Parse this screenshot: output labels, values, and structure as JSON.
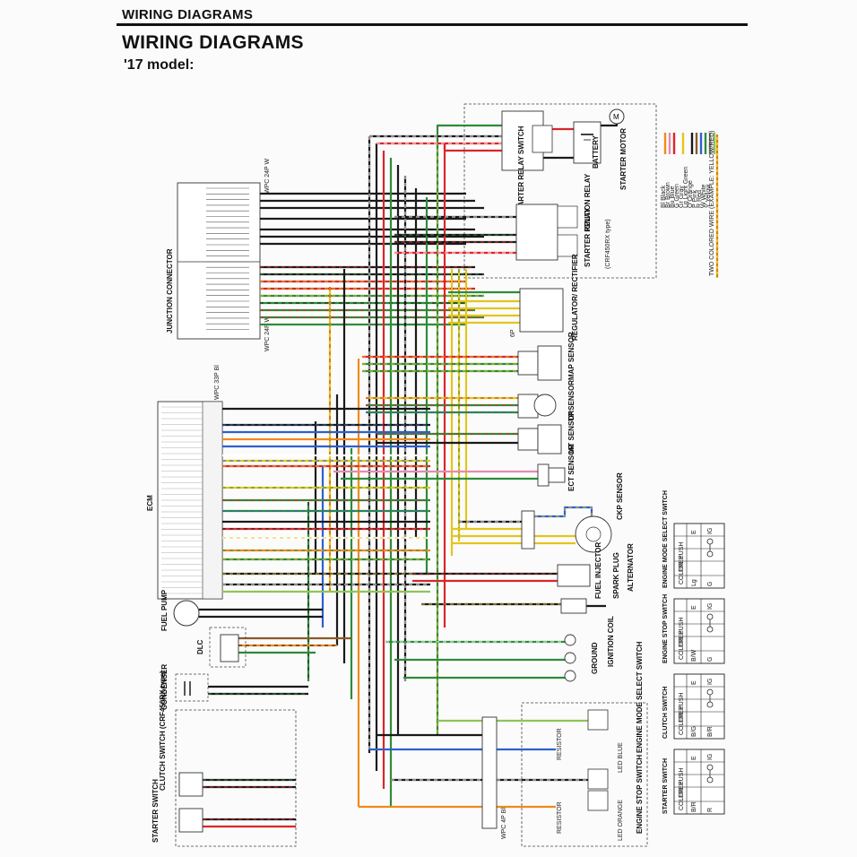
{
  "header": {
    "running_head": "WIRING DIAGRAMS"
  },
  "page": {
    "title": "WIRING DIAGRAMS",
    "subtitle": "'17 model:"
  },
  "components": {
    "junction_connector": "JUNCTION CONNECTOR",
    "ecm": "ECM",
    "starter_relay_switch": "STARTER RELAY SWITCH",
    "battery": "BATTERY",
    "starter_motor": "STARTER MOTOR",
    "ignition_relay": "IGNITION RELAY",
    "starter_relay": "STARTER RELAY",
    "crf450rx_type": "(CRF450RX type)",
    "regulator_rectifier": "REGULATOR/ RECTIFIER",
    "map_sensor": "MAP SENSOR",
    "tp_sensor": "TP SENSOR",
    "iat_sensor": "IAT SENSOR",
    "ect_sensor": "ECT SENSOR",
    "ckp_sensor": "CKP SENSOR",
    "alternator": "ALTERNATOR",
    "fuel_injector": "FUEL INJECTOR",
    "spark_plug": "SPARK PLUG",
    "ignition_coil": "IGNITION COIL",
    "ground": "GROUND",
    "fuel_pump": "FUEL PUMP",
    "dlc": "DLC",
    "condenser": "CONDENSER",
    "starter_switch": "STARTER SWITCH",
    "clutch_switch_type": "CLUTCH SWITCH (CRF450RX type)",
    "engine_mode_select_switch": "ENGINE MODE SELECT SWITCH",
    "engine_stop_switch": "ENGINE STOP SWITCH",
    "led_blue": "LED BLUE",
    "led_orange": "LED ORANGE",
    "resistor": "RESISTOR",
    "wpc_33p_bl": "WPC 33P Bl",
    "wpc_24p_w": "WPC 24P W",
    "wpc_6p": "6P",
    "wpc_4p": "WPC 4P Bl"
  },
  "color_key": {
    "entries": [
      {
        "code": "Bl",
        "name": "Black"
      },
      {
        "code": "Br",
        "name": "Brown"
      },
      {
        "code": "Bu",
        "name": "Blue"
      },
      {
        "code": "G",
        "name": "Green"
      },
      {
        "code": "Gr",
        "name": "Gray"
      },
      {
        "code": "Lg",
        "name": "Light Green"
      },
      {
        "code": "O",
        "name": "Orange"
      },
      {
        "code": "P",
        "name": "Pink"
      },
      {
        "code": "R",
        "name": "Red"
      },
      {
        "code": "W",
        "name": "White"
      },
      {
        "code": "Y",
        "name": "Yellow"
      }
    ],
    "two_colored_note": "TWO COLORED WIRE (EXAMPLE: YELLOW/RED)"
  },
  "switch_tables": [
    {
      "title": "ENGINE MODE SELECT SWITCH",
      "cols": [
        "E",
        "IG"
      ],
      "rows": [
        "PUSH",
        "FREE",
        "COLOR"
      ],
      "colors": [
        "Lg",
        "G"
      ]
    },
    {
      "title": "ENGINE STOP SWITCH",
      "cols": [
        "E",
        "IG"
      ],
      "rows": [
        "PUSH",
        "FREE",
        "COLOR"
      ],
      "colors": [
        "B/W",
        "G"
      ]
    },
    {
      "title": "CLUTCH SWITCH",
      "cols": [
        "E",
        "IG"
      ],
      "rows": [
        "PUSH",
        "FREE",
        "COLOR"
      ],
      "colors": [
        "B/G",
        "B/R"
      ]
    },
    {
      "title": "STARTER SWITCH",
      "cols": [
        "E",
        "IG"
      ],
      "rows": [
        "PUSH",
        "FREE",
        "COLOR"
      ],
      "colors": [
        "B/R",
        "R"
      ]
    }
  ],
  "colors": {
    "black": "#1a1a1a",
    "red": "#d9262b",
    "green": "#2e8b3a",
    "yellow": "#e3c51c",
    "blue": "#2f5fd0",
    "orange": "#f08a1c",
    "brown": "#8a5a2b",
    "pink": "#e58bb0",
    "white": "#ffffff",
    "lightgreen": "#8fc45a",
    "gray": "#888888"
  }
}
